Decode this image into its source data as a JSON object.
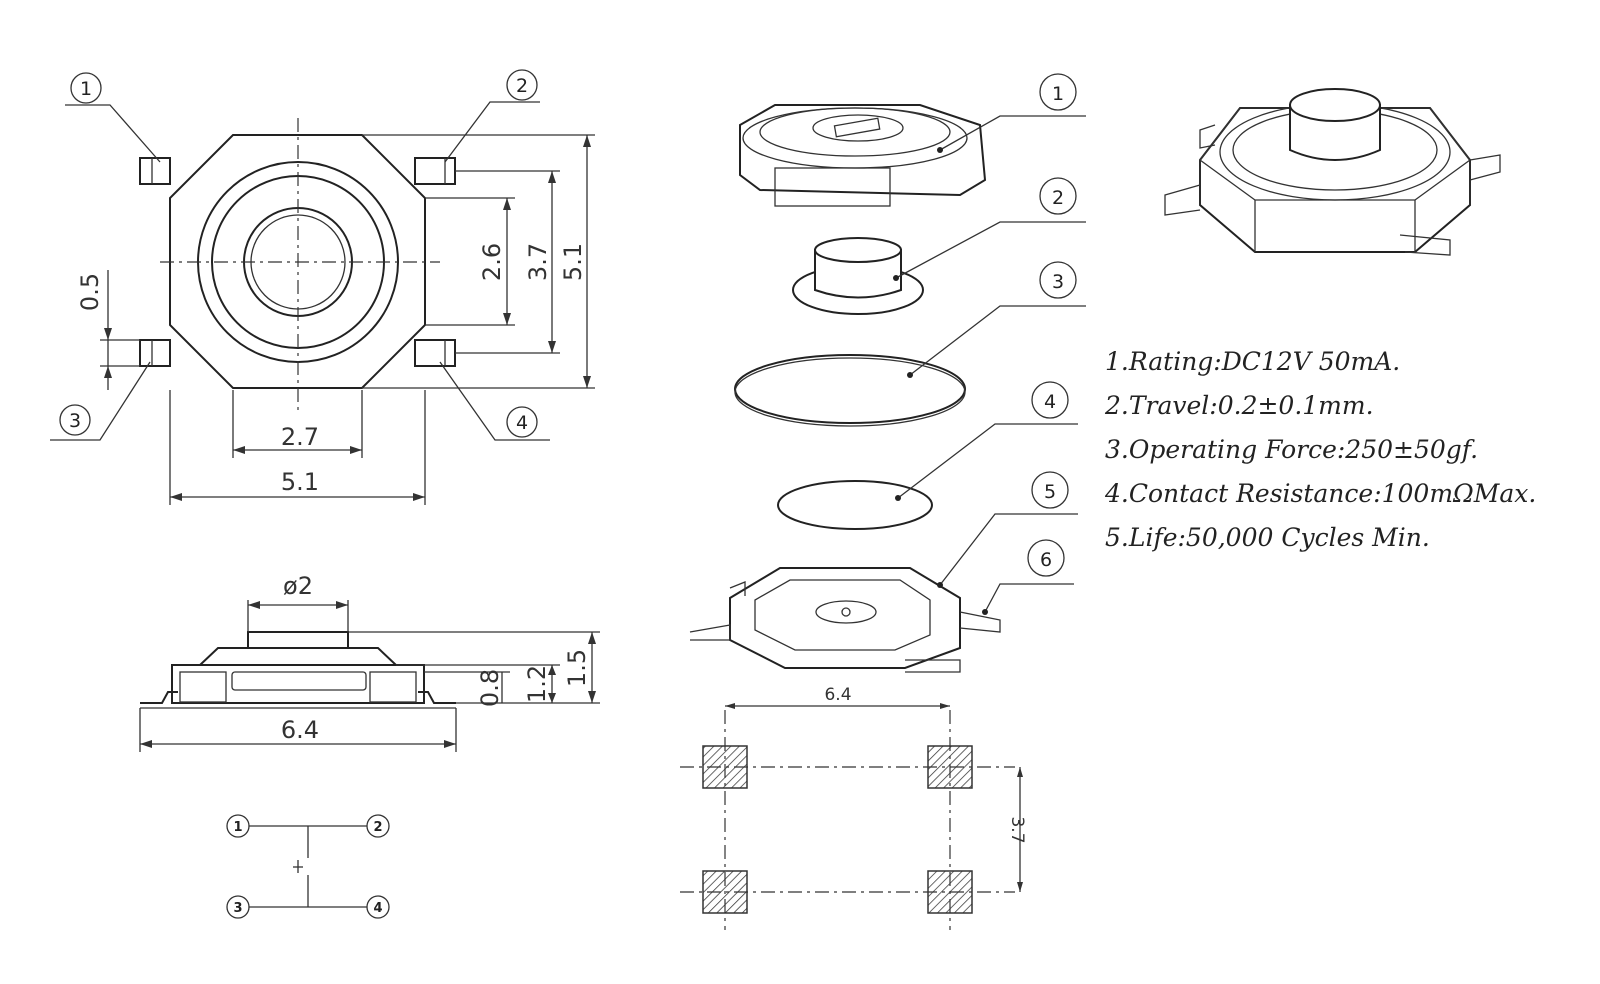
{
  "top_view": {
    "pins": [
      "1",
      "2",
      "3",
      "4"
    ],
    "dim_pitch_width": "2.7",
    "dim_body_width": "5.1",
    "dim_inner_height": "2.6",
    "dim_pin_span": "3.7",
    "dim_body_height": "5.1",
    "dim_pin_width": "0.5"
  },
  "side_view": {
    "dim_actuator_dia": "ø2",
    "dim_total_width": "6.4",
    "dim_h1": "0.8",
    "dim_h2": "1.2",
    "dim_h3": "1.5"
  },
  "schematic": {
    "pins": [
      "1",
      "2",
      "3",
      "4"
    ]
  },
  "exploded": {
    "parts": [
      "1",
      "2",
      "3",
      "4",
      "5",
      "6"
    ]
  },
  "footprint": {
    "dim_width": "6.4",
    "dim_height": "3.7"
  },
  "specs": [
    "1.Rating:DC12V 50mA.",
    "2.Travel:0.2±0.1mm.",
    "3.Operating Force:250±50gf.",
    "4.Contact Resistance:100mΩMax.",
    "5.Life:50,000 Cycles Min."
  ]
}
